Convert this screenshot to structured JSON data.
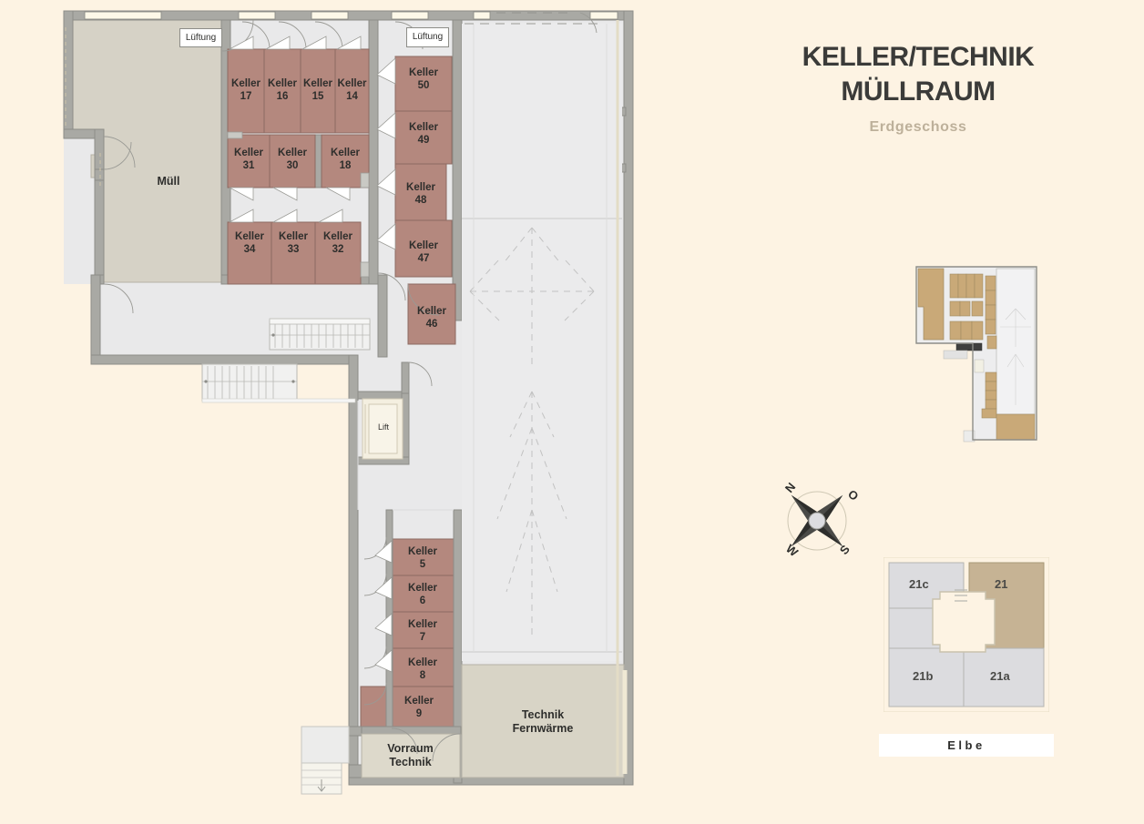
{
  "header": {
    "title_line1": "KELLER/TECHNIK",
    "title_line2": "MÜLLRAUM",
    "subtitle": "Erdgeschoss"
  },
  "colors": {
    "background": "#fdf3e3",
    "cellar_fill": "#b4887e",
    "cellar_stroke": "#8d6a62",
    "wall": "#a9a9a4",
    "wall_stroke": "#8d8d88",
    "floor_light": "#e9e9ea",
    "room_gray": "#d6d2c6",
    "tech_fill": "#d8d4c6",
    "key_gray": "#dcdcdf",
    "key_highlight": "#c6b394",
    "text_dark": "#2e2e2c",
    "subtitle_gray": "#bdb09a"
  },
  "plan": {
    "name": "keller-technik-floor-plan",
    "rooms": [
      {
        "id": "muell",
        "label": "Müll",
        "type": "service"
      },
      {
        "id": "k17",
        "label": "Keller\n17",
        "type": "cellar"
      },
      {
        "id": "k16",
        "label": "Keller\n16",
        "type": "cellar"
      },
      {
        "id": "k15",
        "label": "Keller\n15",
        "type": "cellar"
      },
      {
        "id": "k14",
        "label": "Keller\n14",
        "type": "cellar"
      },
      {
        "id": "k31",
        "label": "Keller\n31",
        "type": "cellar"
      },
      {
        "id": "k30",
        "label": "Keller\n30",
        "type": "cellar"
      },
      {
        "id": "k18",
        "label": "Keller\n18",
        "type": "cellar"
      },
      {
        "id": "k34",
        "label": "Keller\n34",
        "type": "cellar"
      },
      {
        "id": "k33",
        "label": "Keller\n33",
        "type": "cellar"
      },
      {
        "id": "k32",
        "label": "Keller\n32",
        "type": "cellar"
      },
      {
        "id": "k50",
        "label": "Keller\n50",
        "type": "cellar"
      },
      {
        "id": "k49",
        "label": "Keller\n49",
        "type": "cellar"
      },
      {
        "id": "k48",
        "label": "Keller\n48",
        "type": "cellar"
      },
      {
        "id": "k47",
        "label": "Keller\n47",
        "type": "cellar"
      },
      {
        "id": "k46",
        "label": "Keller\n46",
        "type": "cellar"
      },
      {
        "id": "k5",
        "label": "Keller\n5",
        "type": "cellar"
      },
      {
        "id": "k6",
        "label": "Keller\n6",
        "type": "cellar"
      },
      {
        "id": "k7",
        "label": "Keller\n7",
        "type": "cellar"
      },
      {
        "id": "k8",
        "label": "Keller\n8",
        "type": "cellar"
      },
      {
        "id": "k9",
        "label": "Keller\n9",
        "type": "cellar"
      },
      {
        "id": "technik",
        "label": "Technik\nFernwärme",
        "type": "technical"
      },
      {
        "id": "vorraum",
        "label": "Vorraum\nTechnik",
        "type": "technical"
      }
    ],
    "tags": [
      {
        "id": "lueftung_left",
        "label": "Lüftung"
      },
      {
        "id": "lueftung_right",
        "label": "Lüftung"
      }
    ],
    "lift_label": "Lift"
  },
  "compass": {
    "north": "N",
    "east": "O",
    "south": "S",
    "west": "W"
  },
  "building_key": {
    "sections": [
      {
        "id": "21c",
        "label": "21c",
        "highlighted": false
      },
      {
        "id": "21",
        "label": "21",
        "highlighted": true
      },
      {
        "id": "21b",
        "label": "21b",
        "highlighted": false
      },
      {
        "id": "21a",
        "label": "21a",
        "highlighted": false
      }
    ],
    "river_label": "Elbe"
  }
}
